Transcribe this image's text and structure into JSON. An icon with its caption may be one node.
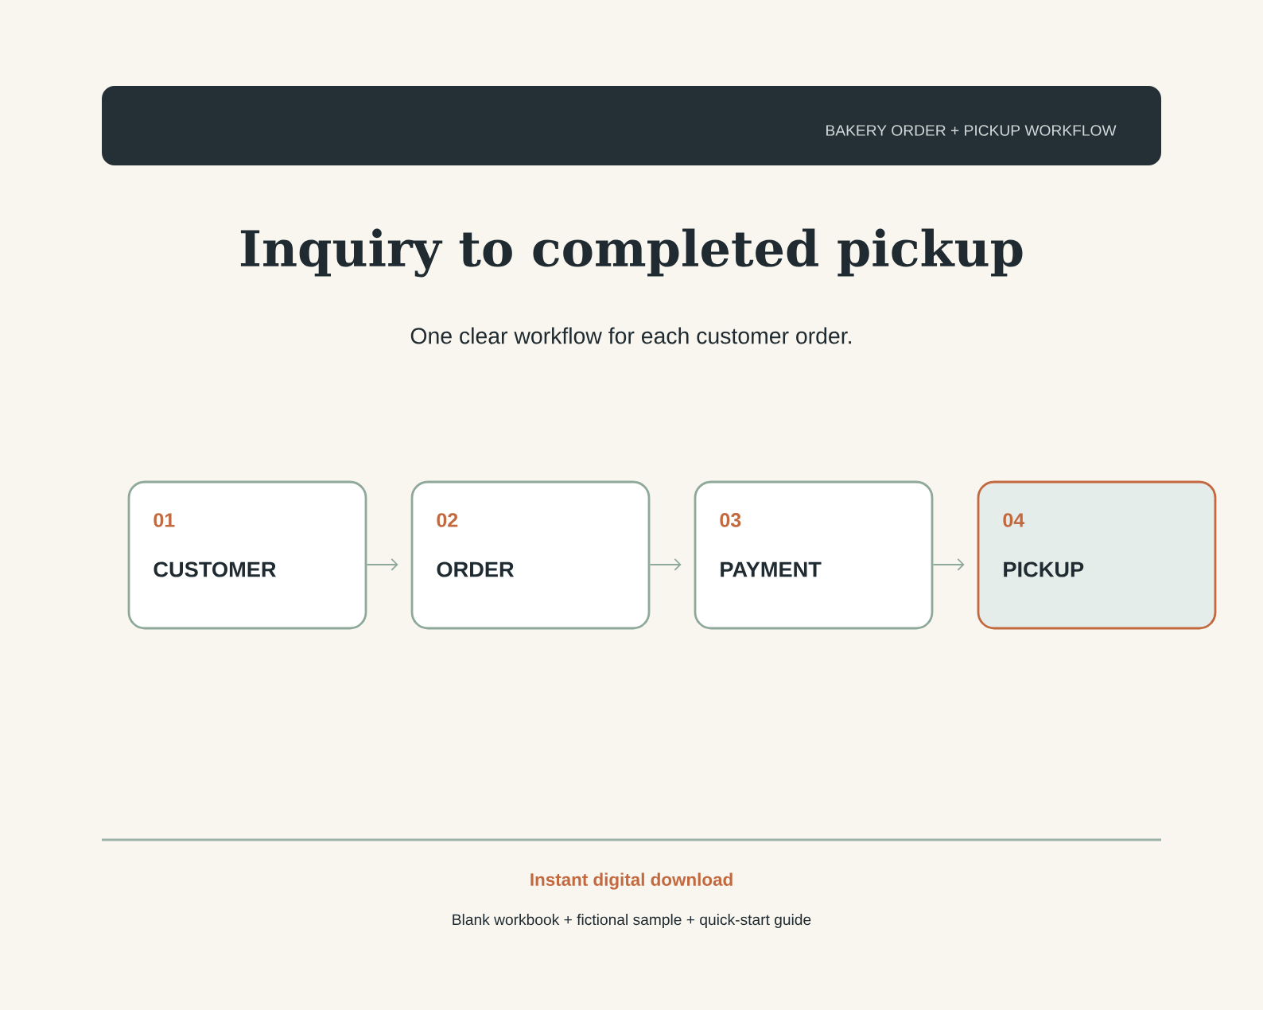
{
  "diagram": {
    "title": "Inquiry to completed pickup",
    "nodes": [
      {
        "text": [
          "01",
          "CUSTOMER"
        ]
      },
      {
        "text": [
          "02",
          "ORDER"
        ]
      },
      {
        "text": [
          "03",
          "PAYMENT"
        ]
      },
      {
        "text": [
          "04",
          "PICKUP"
        ]
      }
    ],
    "edges": [
      {
        "from": 0,
        "to": 1,
        "arrow": "to"
      },
      {
        "from": 1,
        "to": 2,
        "arrow": "to"
      },
      {
        "from": 2,
        "to": 3,
        "arrow": "to"
      }
    ],
    "labels": [
      "BAKERY ORDER + PICKUP WORKFLOW",
      "One clear workflow for each customer order.",
      "Instant digital download",
      "Blank workbook + fictional sample + quick-start guide"
    ]
  }
}
